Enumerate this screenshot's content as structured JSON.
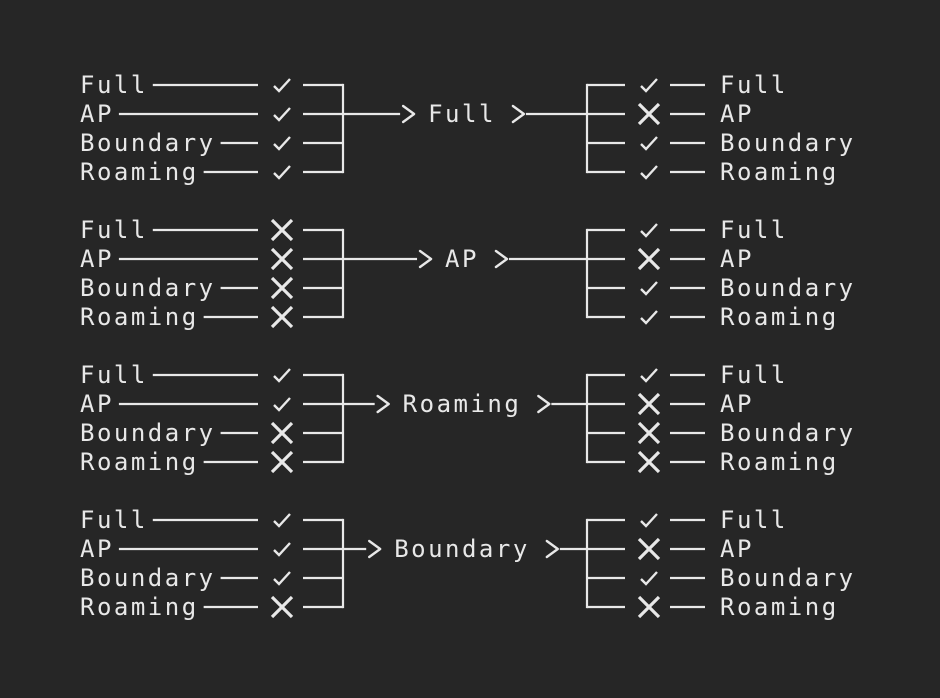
{
  "diagram": {
    "colors": {
      "background": "#262626",
      "foreground": "#e8e8e8"
    },
    "icons": {
      "allowed": "check-icon",
      "blocked": "cross-icon",
      "flow": "arrow-right-icon"
    },
    "modes": [
      "Full",
      "AP",
      "Boundary",
      "Roaming"
    ],
    "groups": [
      {
        "center": "Full",
        "inbound": [
          "check",
          "check",
          "check",
          "check"
        ],
        "outbound": [
          "check",
          "cross",
          "check",
          "check"
        ]
      },
      {
        "center": "AP",
        "inbound": [
          "cross",
          "cross",
          "cross",
          "cross"
        ],
        "outbound": [
          "check",
          "cross",
          "check",
          "check"
        ]
      },
      {
        "center": "Roaming",
        "inbound": [
          "check",
          "check",
          "cross",
          "cross"
        ],
        "outbound": [
          "check",
          "cross",
          "cross",
          "cross"
        ]
      },
      {
        "center": "Boundary",
        "inbound": [
          "check",
          "check",
          "check",
          "cross"
        ],
        "outbound": [
          "check",
          "cross",
          "check",
          "cross"
        ]
      }
    ]
  }
}
